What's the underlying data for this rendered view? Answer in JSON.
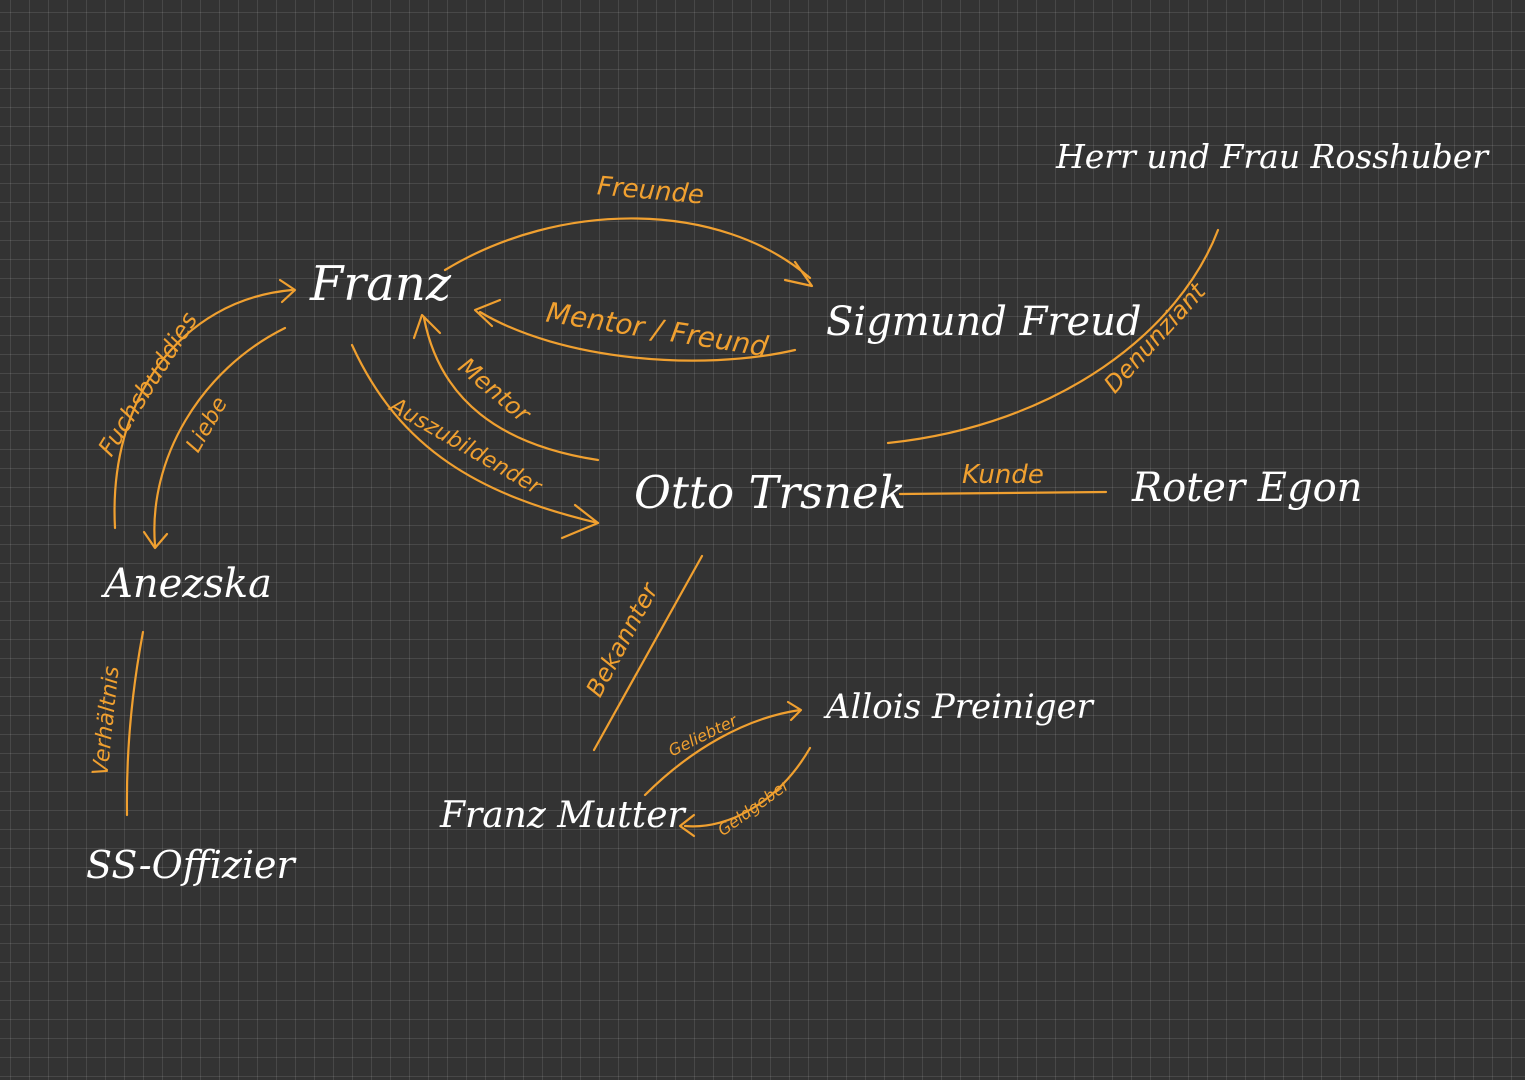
{
  "colors": {
    "background": "#333333",
    "grid": "#4A4A4A",
    "node_text": "#FFFFFF",
    "edge": "#F0A030"
  },
  "nodes": {
    "franz": "Franz",
    "sigmund_freud": "Sigmund Freud",
    "rosshuber": "Herr und Frau Rosshuber",
    "otto_trsnek": "Otto Trsnek",
    "roter_egon": "Roter Egon",
    "anezka": "Anezska",
    "ss_offizier": "SS-Offizier",
    "allois_preininger": "Allois Preiniger",
    "franz_mutter": "Franz Mutter"
  },
  "edge_labels": {
    "freunde": "Freunde",
    "mentor_freund": "Mentor / Freund",
    "mentor": "Mentor",
    "auszubildender": "Auszubildender",
    "fuchsbuddies": "Fuchsbuddies",
    "liebe": "Liebe",
    "denunziant": "Denunziant",
    "kunde": "Kunde",
    "verhaeltnis": "Verhältnis",
    "bekannter": "Bekannter",
    "geliebter": "Geliebter",
    "geldgeber": "Geldgeber"
  }
}
